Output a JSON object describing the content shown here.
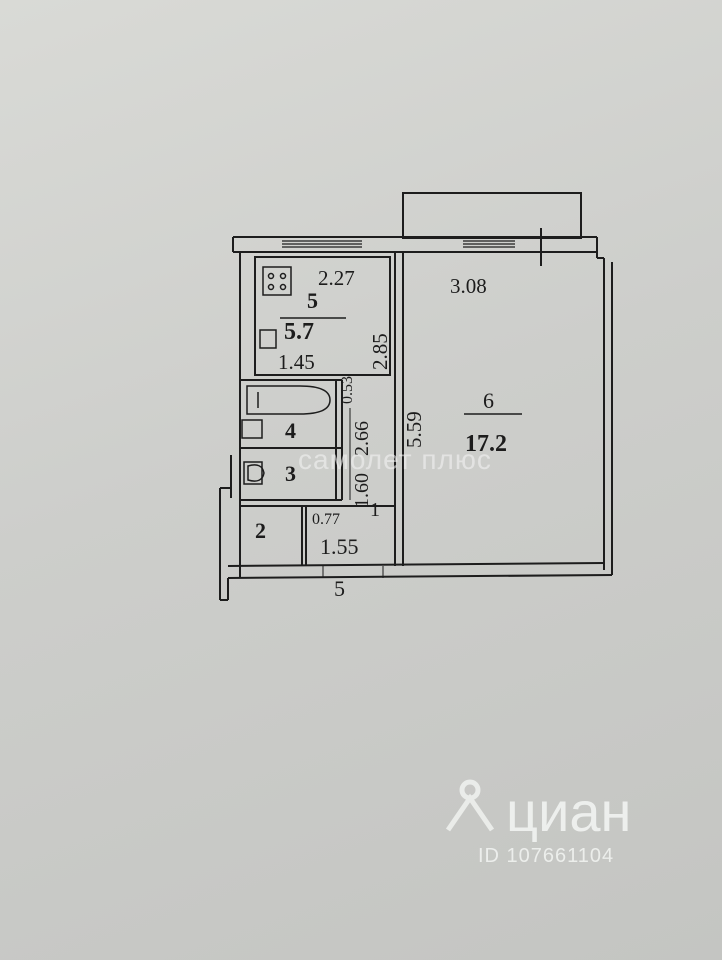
{
  "rooms": [
    {
      "number": "1",
      "area": "1.55"
    },
    {
      "number": "2",
      "area": ""
    },
    {
      "number": "3",
      "area": ""
    },
    {
      "number": "4",
      "area": ""
    },
    {
      "number": "5",
      "area": "5.7"
    },
    {
      "number": "6",
      "area": "17.2"
    }
  ],
  "dimensions": {
    "kitchen_width": "2.27",
    "kitchen_depth": "2.85",
    "kitchen_sub": "1.45",
    "room_width": "3.08",
    "room_depth": "5.59",
    "bath_gap": "0.53",
    "bath_len": "2.66",
    "wc_len": "1.60",
    "hall_width": "0.77",
    "entry": "5"
  },
  "overlay_watermark": {
    "text": "самолет плюс"
  },
  "watermark": {
    "brand": "циан",
    "listing_id": "ID 107661104"
  },
  "colors": {
    "paper": "#d2d3cf",
    "ink": "#1c1c1c",
    "watermark": "#eef0ee"
  }
}
